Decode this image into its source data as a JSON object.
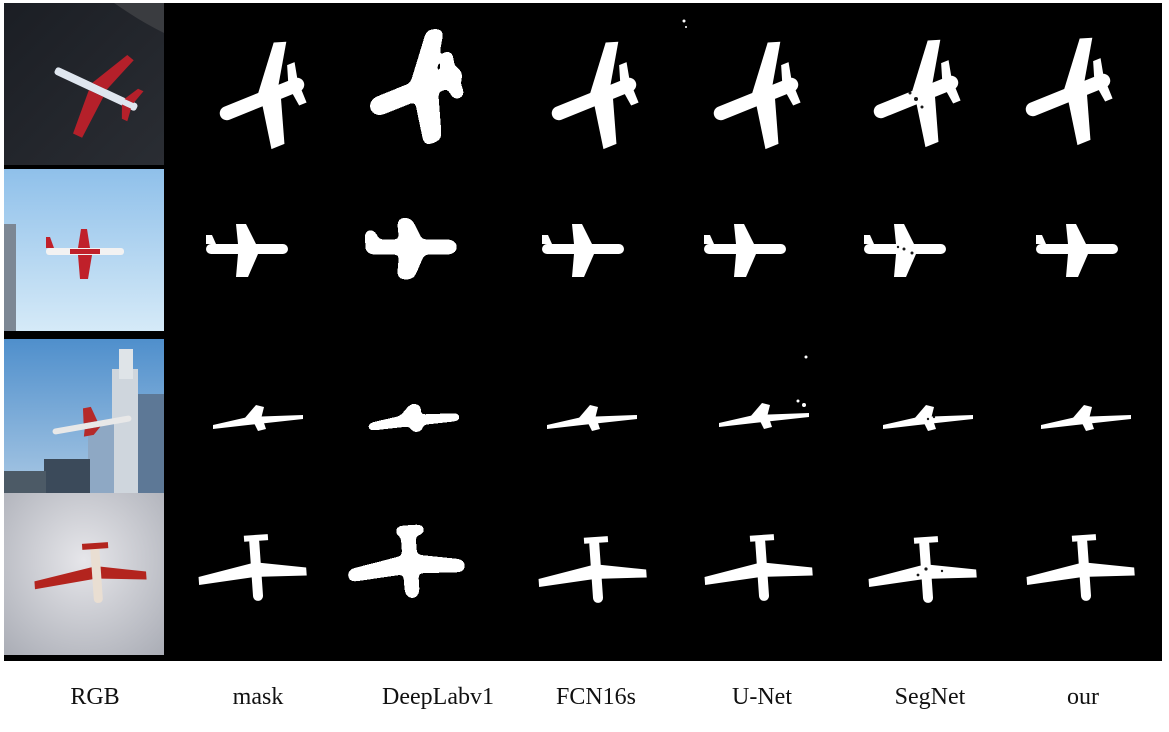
{
  "columns": [
    {
      "key": "rgb",
      "label": "RGB"
    },
    {
      "key": "mask",
      "label": "mask"
    },
    {
      "key": "deeplab",
      "label": "DeepLabv1"
    },
    {
      "key": "fcn",
      "label": "FCN16s"
    },
    {
      "key": "unet",
      "label": "U-Net"
    },
    {
      "key": "segnet",
      "label": "SegNet"
    },
    {
      "key": "our",
      "label": "our"
    }
  ],
  "rows": [
    {
      "scene": "dark-background",
      "plane_color": "#b5202a",
      "fuselage_color": "#dfe6ef"
    },
    {
      "scene": "blue-sky",
      "plane_color": "#c0202a",
      "fuselage_color": "#f2f2f2"
    },
    {
      "scene": "skyscrapers",
      "plane_color": "#b52a2a",
      "fuselage_color": "#e8e8e8"
    },
    {
      "scene": "cloudy-sky",
      "plane_color": "#b3241e",
      "fuselage_color": "#e9ded2"
    }
  ],
  "colors": {
    "mask_background": "#000000",
    "mask_foreground": "#ffffff",
    "page_background": "#ffffff"
  }
}
